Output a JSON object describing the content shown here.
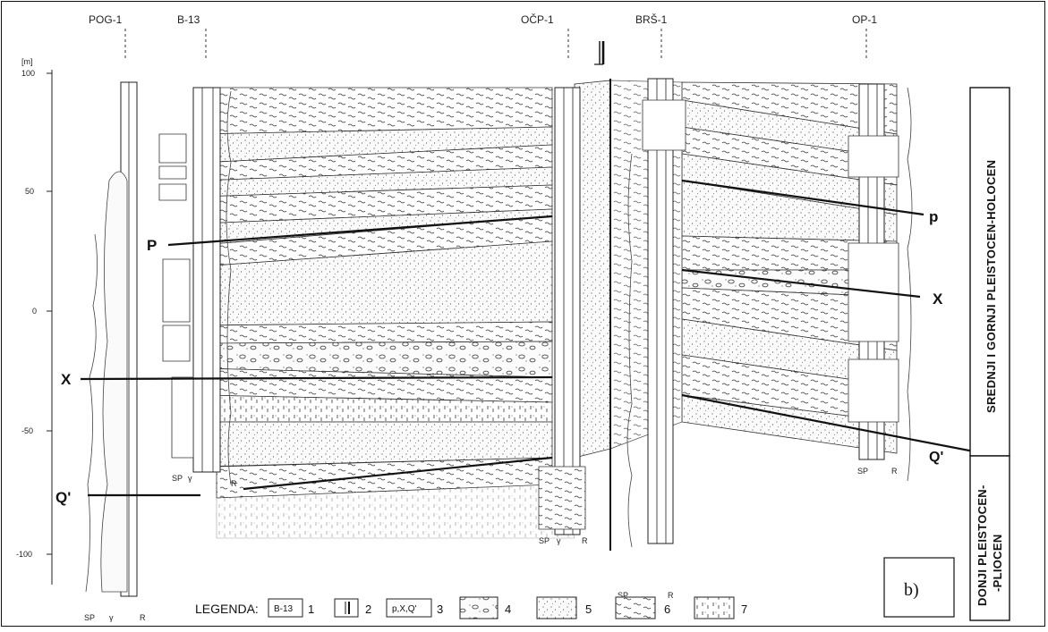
{
  "panel_label": "b)",
  "depth_axis": {
    "unit": "[m]",
    "ticks": [
      "100",
      "50",
      "0",
      "-50",
      "-100"
    ]
  },
  "wells": [
    {
      "name": "POG-1"
    },
    {
      "name": "B-13"
    },
    {
      "name": "OČP-1"
    },
    {
      "name": "BRŠ-1"
    },
    {
      "name": "OP-1"
    }
  ],
  "horizons": {
    "left": [
      "P",
      "X",
      "Q'"
    ],
    "right": [
      "p",
      "X",
      "Q'"
    ]
  },
  "log_labels": {
    "pog": [
      "SP",
      "γ",
      "R"
    ],
    "b13": [
      "SP",
      "γ",
      "R"
    ],
    "ocp": [
      "SP",
      "γ",
      "R"
    ],
    "brs": [
      "SP",
      "R"
    ],
    "op": [
      "SP",
      "R"
    ]
  },
  "stratigraphy": {
    "upper": "SREDNJI I GORNJI PLEISTOCEN-HOLOCEN",
    "lower_line1": "DONJI PLEISTOCEN-",
    "lower_line2": "-PLIOCEN"
  },
  "legend": {
    "title": "LEGENDA:",
    "items": [
      {
        "num": "1",
        "symbol_text": "B-13"
      },
      {
        "num": "2",
        "symbol_text": ""
      },
      {
        "num": "3",
        "symbol_text": "p,X,Q'"
      },
      {
        "num": "4",
        "symbol_text": ""
      },
      {
        "num": "5",
        "symbol_text": ""
      },
      {
        "num": "6",
        "symbol_text": ""
      },
      {
        "num": "7",
        "symbol_text": ""
      }
    ]
  }
}
